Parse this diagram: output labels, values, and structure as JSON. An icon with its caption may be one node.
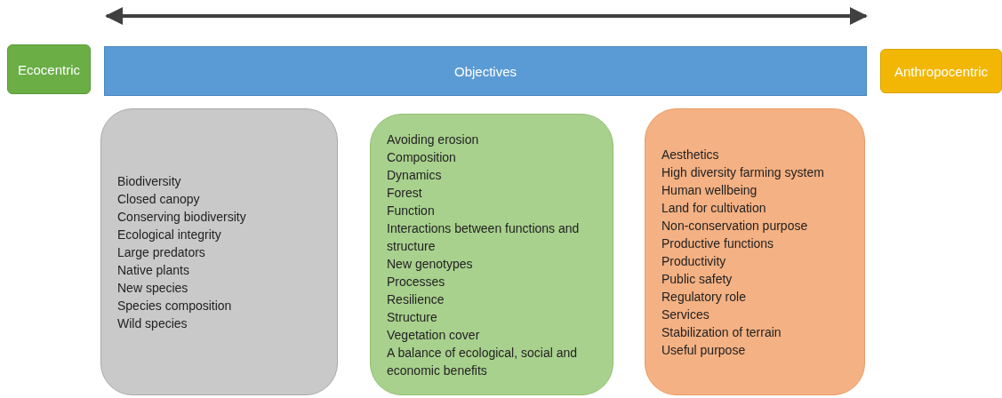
{
  "diagram": {
    "nodes": [
      {
        "text": [
          "Ecocentric"
        ]
      },
      {
        "text": [
          "Objectives"
        ]
      },
      {
        "text": [
          "Anthropocentric"
        ]
      },
      {
        "text": [
          "Biodiversity",
          "Closed canopy",
          "Conserving biodiversity",
          "Ecological integrity",
          "Large predators",
          "Native plants",
          "New species",
          "Species composition",
          "Wild species"
        ]
      },
      {
        "text": [
          "Avoiding erosion",
          "Composition",
          "Dynamics",
          "Forest",
          "Function",
          "Interactions between functions and structure",
          "New genotypes",
          "Processes",
          "Resilience",
          "Structure",
          "Vegetation cover",
          "A balance of ecological, social and economic benefits"
        ]
      },
      {
        "text": [
          "Aesthetics",
          "High diversity farming system",
          "Human wellbeing",
          "Land for cultivation",
          "Non-conservation purpose",
          "Productive functions",
          "Productivity",
          "Public safety",
          "Regulatory role",
          "Services",
          "Stabilization of terrain",
          "Useful purpose"
        ]
      }
    ],
    "edges": []
  }
}
